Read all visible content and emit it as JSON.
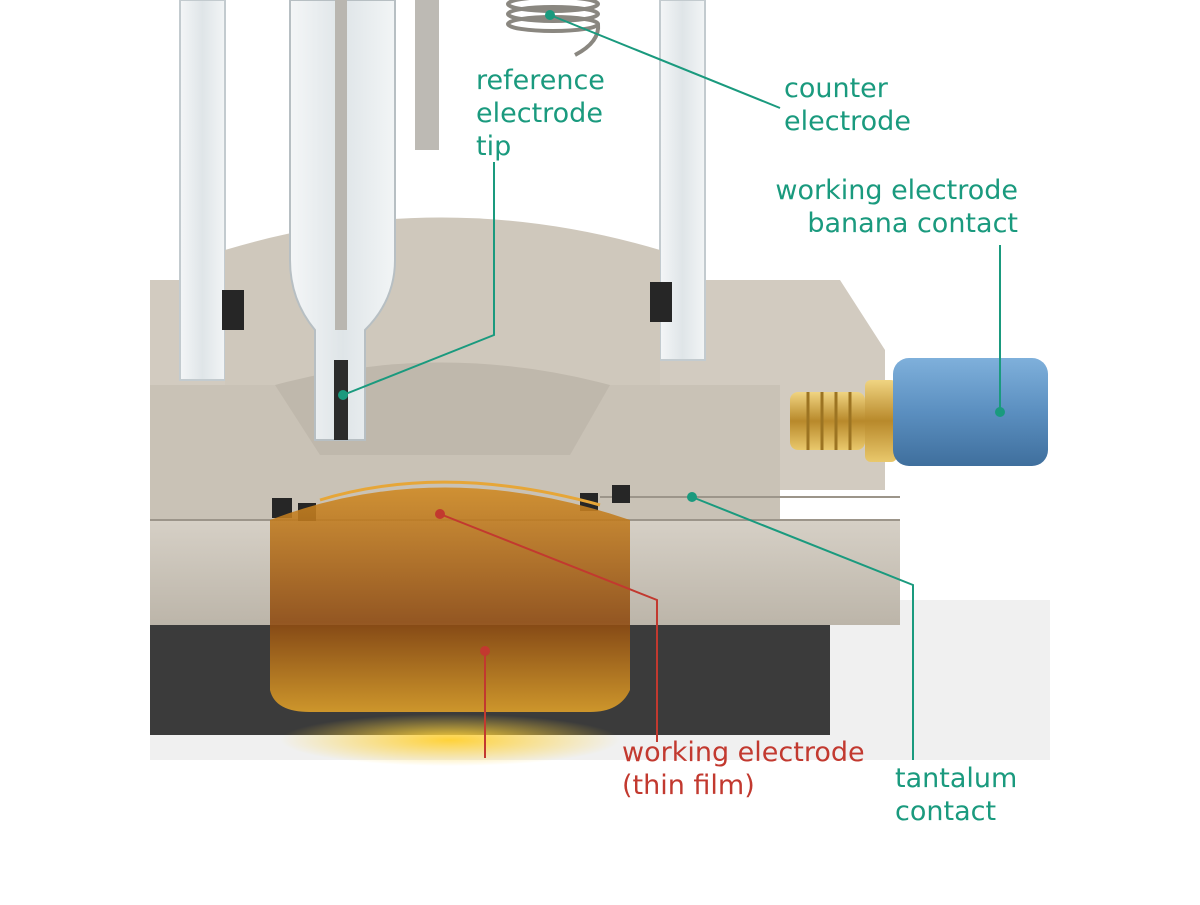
{
  "colors": {
    "callout_teal": "#1a9a7e",
    "callout_red": "#c2392f",
    "cell_body": "#c7c0b4",
    "glass": "#e3e8ea",
    "electrolyte_amber": "#b8720e",
    "cable_blue": "#5b8fc0",
    "contact_brass": "#c8a040",
    "base_dark": "#3b3b3b"
  },
  "labels": {
    "reference_tip": [
      "reference",
      "electrode",
      "tip"
    ],
    "counter": [
      "counter",
      "electrode"
    ],
    "working_banana": [
      "working electrode",
      "banana contact"
    ],
    "working_film": [
      "working electrode",
      "(thin film)"
    ],
    "tantalum": [
      "tantalum",
      "contact"
    ]
  }
}
